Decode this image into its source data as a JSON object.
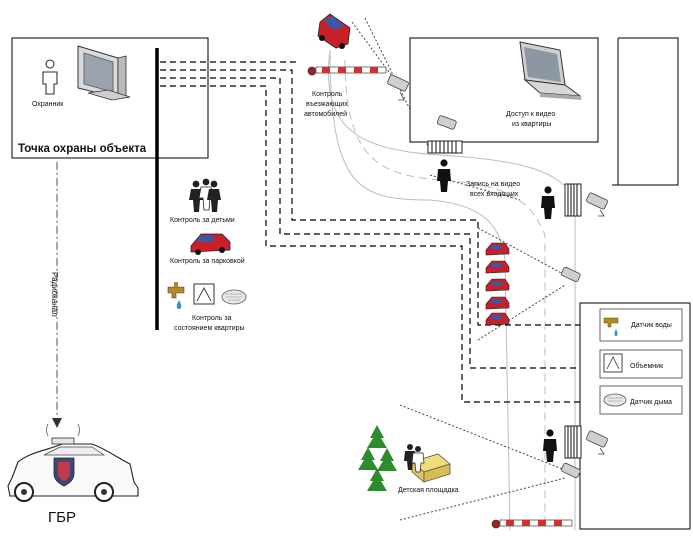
{
  "security_post": {
    "title": "Точка охраны объекта",
    "guard_label": "Охранник"
  },
  "radio_channel": "Радиоканал",
  "patrol": {
    "label": "ГБР"
  },
  "monitoring": {
    "children": "Контроль за детьми",
    "parking": "Контроль за парковкой",
    "apartment_line1": "Контроль за",
    "apartment_line2": "состоянием квартиры"
  },
  "entry_control": {
    "line1": "Контроль",
    "line2": "въезжающих",
    "line3": "автомобилей"
  },
  "apartment_access": {
    "line1": "Доступ к видео",
    "line2": "из квартиры"
  },
  "entry_recording": {
    "line1": "Запись на видео",
    "line2": "всех входящих"
  },
  "sensors": {
    "water": "Датчик воды",
    "volume": "Объемник",
    "smoke": "Датчик дыма"
  },
  "playground": {
    "label": "Детская площадка"
  }
}
